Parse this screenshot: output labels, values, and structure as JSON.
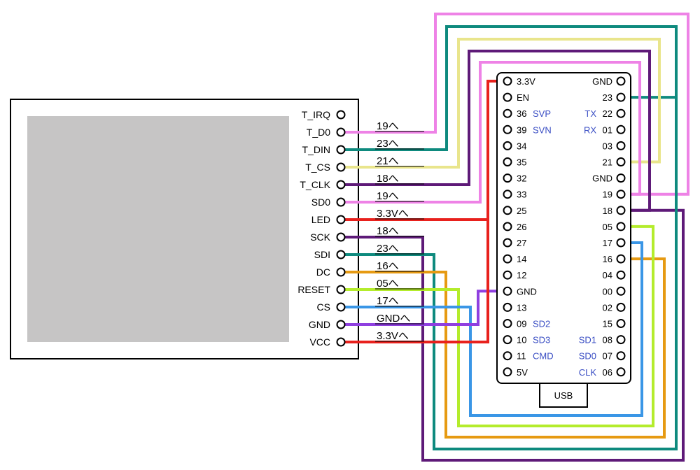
{
  "display": {
    "pins": [
      "T_IRQ",
      "T_D0",
      "T_DIN",
      "T_CS",
      "T_CLK",
      "SD0",
      "LED",
      "SCK",
      "SDI",
      "DC",
      "RESET",
      "CS",
      "GND",
      "VCC"
    ]
  },
  "connection_labels": [
    "19へ",
    "23へ",
    "21へ",
    "18へ",
    "19へ",
    "3.3Vへ",
    "18へ",
    "23へ",
    "16へ",
    "05へ",
    "17へ",
    "GNDへ",
    "3.3Vへ"
  ],
  "esp32": {
    "left_pins": [
      {
        "num": "3.3V",
        "alt": ""
      },
      {
        "num": "EN",
        "alt": ""
      },
      {
        "num": "36",
        "alt": "SVP"
      },
      {
        "num": "39",
        "alt": "SVN"
      },
      {
        "num": "34",
        "alt": ""
      },
      {
        "num": "35",
        "alt": ""
      },
      {
        "num": "32",
        "alt": ""
      },
      {
        "num": "33",
        "alt": ""
      },
      {
        "num": "25",
        "alt": ""
      },
      {
        "num": "26",
        "alt": ""
      },
      {
        "num": "27",
        "alt": ""
      },
      {
        "num": "14",
        "alt": ""
      },
      {
        "num": "12",
        "alt": ""
      },
      {
        "num": "GND",
        "alt": ""
      },
      {
        "num": "13",
        "alt": ""
      },
      {
        "num": "09",
        "alt": "SD2"
      },
      {
        "num": "10",
        "alt": "SD3"
      },
      {
        "num": "11",
        "alt": "CMD"
      },
      {
        "num": "5V",
        "alt": ""
      }
    ],
    "right_pins": [
      {
        "num": "GND",
        "alt": ""
      },
      {
        "num": "23",
        "alt": ""
      },
      {
        "num": "22",
        "alt": "TX"
      },
      {
        "num": "01",
        "alt": "RX"
      },
      {
        "num": "03",
        "alt": ""
      },
      {
        "num": "21",
        "alt": ""
      },
      {
        "num": "GND",
        "alt": ""
      },
      {
        "num": "19",
        "alt": ""
      },
      {
        "num": "18",
        "alt": ""
      },
      {
        "num": "05",
        "alt": ""
      },
      {
        "num": "17",
        "alt": ""
      },
      {
        "num": "16",
        "alt": ""
      },
      {
        "num": "04",
        "alt": ""
      },
      {
        "num": "00",
        "alt": ""
      },
      {
        "num": "02",
        "alt": ""
      },
      {
        "num": "15",
        "alt": ""
      },
      {
        "num": "08",
        "alt": "SD1"
      },
      {
        "num": "07",
        "alt": "SD0"
      },
      {
        "num": "06",
        "alt": "CLK"
      }
    ],
    "usb_label": "USB"
  },
  "colors": {
    "pink": "#ee82e6",
    "teal": "#0e8a7e",
    "khaki": "#e9e58c",
    "purple": "#5e1a78",
    "red": "#e8211d",
    "orange": "#e69a12",
    "lime": "#b4ec2c",
    "blue": "#3a96e6",
    "violet": "#8f3fe0",
    "screen": "#c6c5c5"
  }
}
